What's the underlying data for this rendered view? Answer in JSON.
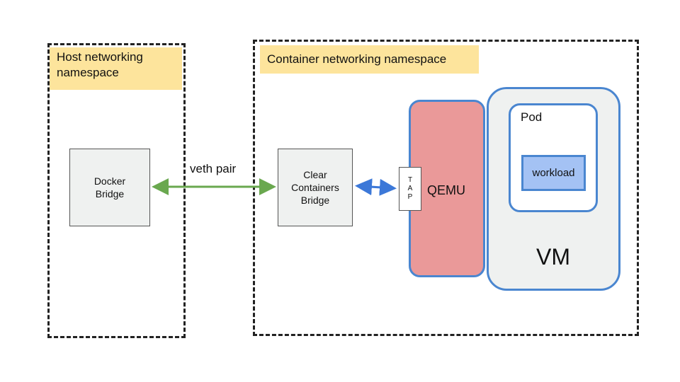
{
  "host_namespace": {
    "label_line1": "Host networking",
    "label_line2": "namespace"
  },
  "container_namespace": {
    "label": "Container networking namespace"
  },
  "docker_bridge": {
    "line1": "Docker",
    "line2": "Bridge"
  },
  "link": {
    "label": "veth pair"
  },
  "clear_bridge": {
    "line1": "Clear",
    "line2": "Containers",
    "line3": "Bridge"
  },
  "tap": {
    "letters": [
      "T",
      "A",
      "P"
    ]
  },
  "qemu": {
    "label": "QEMU"
  },
  "vm": {
    "label": "VM"
  },
  "pod": {
    "label": "Pod"
  },
  "workload": {
    "label": "workload"
  },
  "colors": {
    "veth_arrow": "#6aa84f",
    "tap_arrow": "#3c78d8",
    "outline_blue": "#4a86d0",
    "qemu_fill": "#ea9999",
    "label_fill": "#fde49c"
  }
}
